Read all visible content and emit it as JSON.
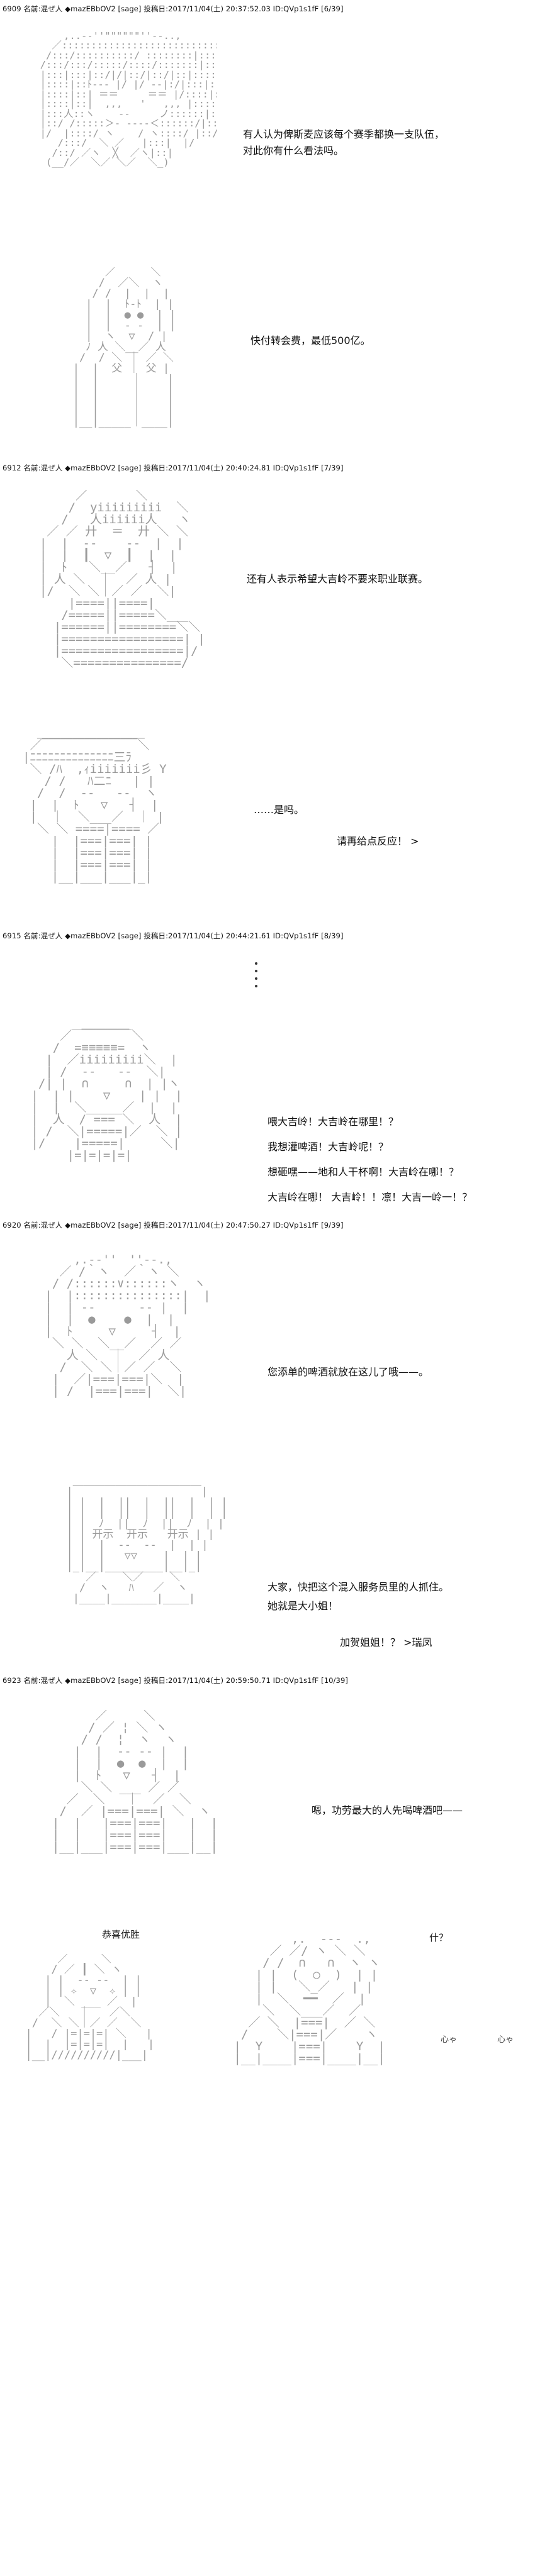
{
  "colors": {
    "text": "#111111",
    "art": "#9a9a9a",
    "background": "#ffffff"
  },
  "posts": [
    {
      "header": "6909 名前:混ぜ人 ◆mazEBbOV2 [sage] 投稿日:2017/11/04(土) 20:37:52.03 ID:QVp1s1fF [6/39]"
    },
    {
      "header": "6912 名前:混ぜ人 ◆mazEBbOV2 [sage] 投稿日:2017/11/04(土) 20:40:24.81 ID:QVp1s1fF [7/39]"
    },
    {
      "header": "6915 名前:混ぜ人 ◆mazEBbOV2 [sage] 投稿日:2017/11/04(土) 20:44:21.61 ID:QVp1s1fF [8/39]"
    },
    {
      "header": "6920 名前:混ぜ人 ◆mazEBbOV2 [sage] 投稿日:2017/11/04(土) 20:47:50.27 ID:QVp1s1fF [9/39]"
    },
    {
      "header": "6923 名前:混ぜ人 ◆mazEBbOV2 [sage] 投稿日:2017/11/04(土) 20:59:50.71 ID:QVp1s1fF [10/39]"
    }
  ],
  "lines": {
    "p1_1": "有人认为俾斯麦应该每个赛季都换一支队伍，",
    "p1_2": "对此你有什么看法吗。",
    "p1_3": "快付转会费，最低500亿。",
    "p2_1": "还有人表示希望大吉岭不要来职业联赛。",
    "p2_2": "……是吗。",
    "p2_3": "请再给点反应！ >",
    "p3_1": "喂大吉岭！大吉岭在哪里！？",
    "p3_2": "我想灌啤酒！大吉岭呢！？",
    "p3_3": "想砸嘿——地和人干杯啊！大吉岭在哪！？",
    "p3_4": "大吉岭在哪！ 大吉岭！！凛！大吉一岭一！？",
    "p4_1": "您添单的啤酒就放在这儿了哦——。",
    "p4_2": "大家，快把这个混入服务员里的人抓住。",
    "p4_3": "她就是大小姐！",
    "p4_4": "加贺姐姐！？ >瑞凤",
    "p5_1": "嗯，功劳最大的人先喝啤酒吧——",
    "p5_2": "恭喜优胜",
    "p5_3": "什？",
    "p5_4": "心ゃ",
    "p5_5": "心ゃ"
  },
  "art": {
    "a1": "      ,..-‐''\"\"\"\"\"\"''‐-..,\n    ／::::::::::::::::::::::::::::::＼\n   /:::/::::::::::/ ::::::::|:::::::::::ヽ\n  /:::/:::/:::::/::::/:::::::|:::::|::::::::',\n  |:::|:::|::/|/|::/|::/|::|:::::|::::|::|\n  |::::|::ﾄ-‐- |/ |/ ‐-|:/|:::|::::|::|\n  |::::|::| ＝＝     ＝＝ |/::::|::::|::|\n  |::::|::|  ,,,   '   ,,, |::::::|::::|::|\n  |:::人::ヽ    ‐‐     ノ::::::|::::|::|\n  |::/ /:::::＞‐ ---‐＜::::::/|::::|:/\n  |/  |::::/ ヽ    / ヽ::::/ |::/\n     /:::/  ＼ ／   |:::|  |/\n    /::/ ／ヽ  ╳  ／ヽ|::|\n   (__/／  ＼／ ＼／  ＼_)",
    "a2": "        ／ ￣￣ ＼\n       /  ／＼  ヽ\n      / /  |  |  |\n     |  |  ﾄ-ﾄ  | |\n     |  |  ● ●  | |\n     |  |  ‐ ‐  | |\n     |  ヽ  ▽  / |\n     ﾉ 人 ＼__／ 人\n    /  / ＼ ｜ ／ ＼\n   |  |  父 ｜ 父 |\n   |  |     ｜    |\n   |  |     ｜    |\n   |  |     ｜    |\n   |  |     ｜    |\n   |__|_____｜____|",
    "a3": "       ／￣￣￣￣＼\n      /  yiiiiiiiii  ＼\n     /   人iiiiii人   ヽ\n   ／ ／ 廾  ＝  廾 ＼ ＼\n  |  |  ‐‐    ‐‐  |  |\n  |  |  ┃  ▽  ┃  |  |\n  |  ﾄ   ＼__／   ┤  |\n  | 人 ＼  ｜  ／ 人 |\n  |/  ＼ ＼｜／ ／  ＼|\n      |====||====|\n     /=====||=====＼___\n    |======||========＼＼\n    |=================| |\n    |=================|/\n     ＼===============/",
    "a4": "  ＿＿＿＿＿＿＿＿＿\n ／￣￣￣￣￣￣￣￣＼\n|ﾆﾆﾆﾆﾆﾆﾆﾆﾆﾆﾆﾆﾆﾆ三ﾗ\n ＼ /ﾊ  ,ｨiiiiiii彡 Y\n   / /   ﾊ二ﾆ   | |\n  /  /  ‐‐   ‐‐  ヽ\n |  |  ﾄ   ▽   ┤  |\n |  ｜  ＼___／  ｜ |\n  ＼ ＼ ====|==== ／\n    |  |===|===| |\n    |  |===|===| |\n    |  |===|===| |\n    |__|___|___|_|",
    "a5": "        ＿＿＿＿\n     ／￣￣￣￣￣＼\n    /  =≡≡≡≡≡=  ヽ\n   |  ／iiiiiiiii＼  |\n   | /  ‐‐   ‐‐  ＼|\n  /| |  ∩     ∩  | |ヽ\n |  | |    ▽    | |  |\n |  |  ＼_____／  |  |\n |  人  / === ＼  人  |\n | /  ＼|=====|／  ＼ |\n |/    |=====|     ＼|\n      |=|=|=|=|",
    "a6": "     ,.-‐''￣''‐-.,\n   ／ /｀ヽ  ／｀ヽ ＼\n  / /::::::∨::::::ヽ  ヽ\n |  |:::::::::::::::|  |\n |  | ‐‐      ‐‐ |  |\n |  |  ●    ●  |  |\n |  ﾄ     ▽     ┤  |\n  ＼ ＼  ＼__／  ／ ／\n    人 ＼  ｜  ／ 人\n   /  ＼ ＼｜／ ／  ＼\n  |  ／|===|===|＼  |\n  | /  |===|===|  ＼|",
    "a7": "   ＿＿＿＿＿＿＿＿＿＿＿＿\n  |￣￣￣￣￣￣￣￣￣￣￣￣|\n  | |  |  ||  |  ||  |  | |\n  | |  |  ||  |  ||  |  | |\n  | |  ﾉ  ||  ﾉ  ||  ﾉ  | |\n  | | 开示  开示   开示 | |\n  | |  |  ‐‐  ‐‐  |  | |\n  | |  |   ▽▽    |  | |\n  |_|__|_________|__|_|\n     ／    ＼／    ＼\n    /  ヽ   ﾊ   ／  ヽ\n   |____|_______|____|",
    "a8": "        ／￣￣￣＼\n       / ／ ¦ ＼ ヽ\n      / /  ¦  ヽ  ヽ\n     |  |  ‐‐ ‐‐ |  |\n     |  |  ●  ●  |  |\n     |  ﾄ   ▽   ┤  |\n      ＼ ＼ ___ ／ ／\n    ／  ＼   ｜  ／  ＼\n   /  ／ |===|===| ＼  ヽ\n  |  |   |===|===|   |  |\n  |  |   |===|===|   |  |\n  |__|___|===|===|___|__|",
    "a9": "       ／￣￣￣＼\n      / ／ ┃ ＼ ヽ\n     | |  ‐‐ ‐‐  | |\n     | | ✧  ▽  ✧ | |\n     |  ＼ ___ ／  |\n    ／＼   ｜   ／＼\n   /  ＼ ＼｜／ ／  ＼\n  |   / |=|=|=| ＼   |\n  |  |  |=|=|=|  |   |\n  |__|//////////|___|",
    "a10": "         ,.  -‐-  .,\n      ／ ／/ ヽ ＼ ＼\n     / /  ∩   ∩  ヽ ヽ\n    | |  (  ○  )  | |\n    | |   ＼_／   | |\n    |  ＼  ━━  ／  |\n     ＼  ＼___／  ／\n   ／ ＼  |===|  ／ ＼\n  /    ＼|===|／    ヽ\n |  Y    |===|    Y  |\n |__|____|===|____|__|"
  }
}
